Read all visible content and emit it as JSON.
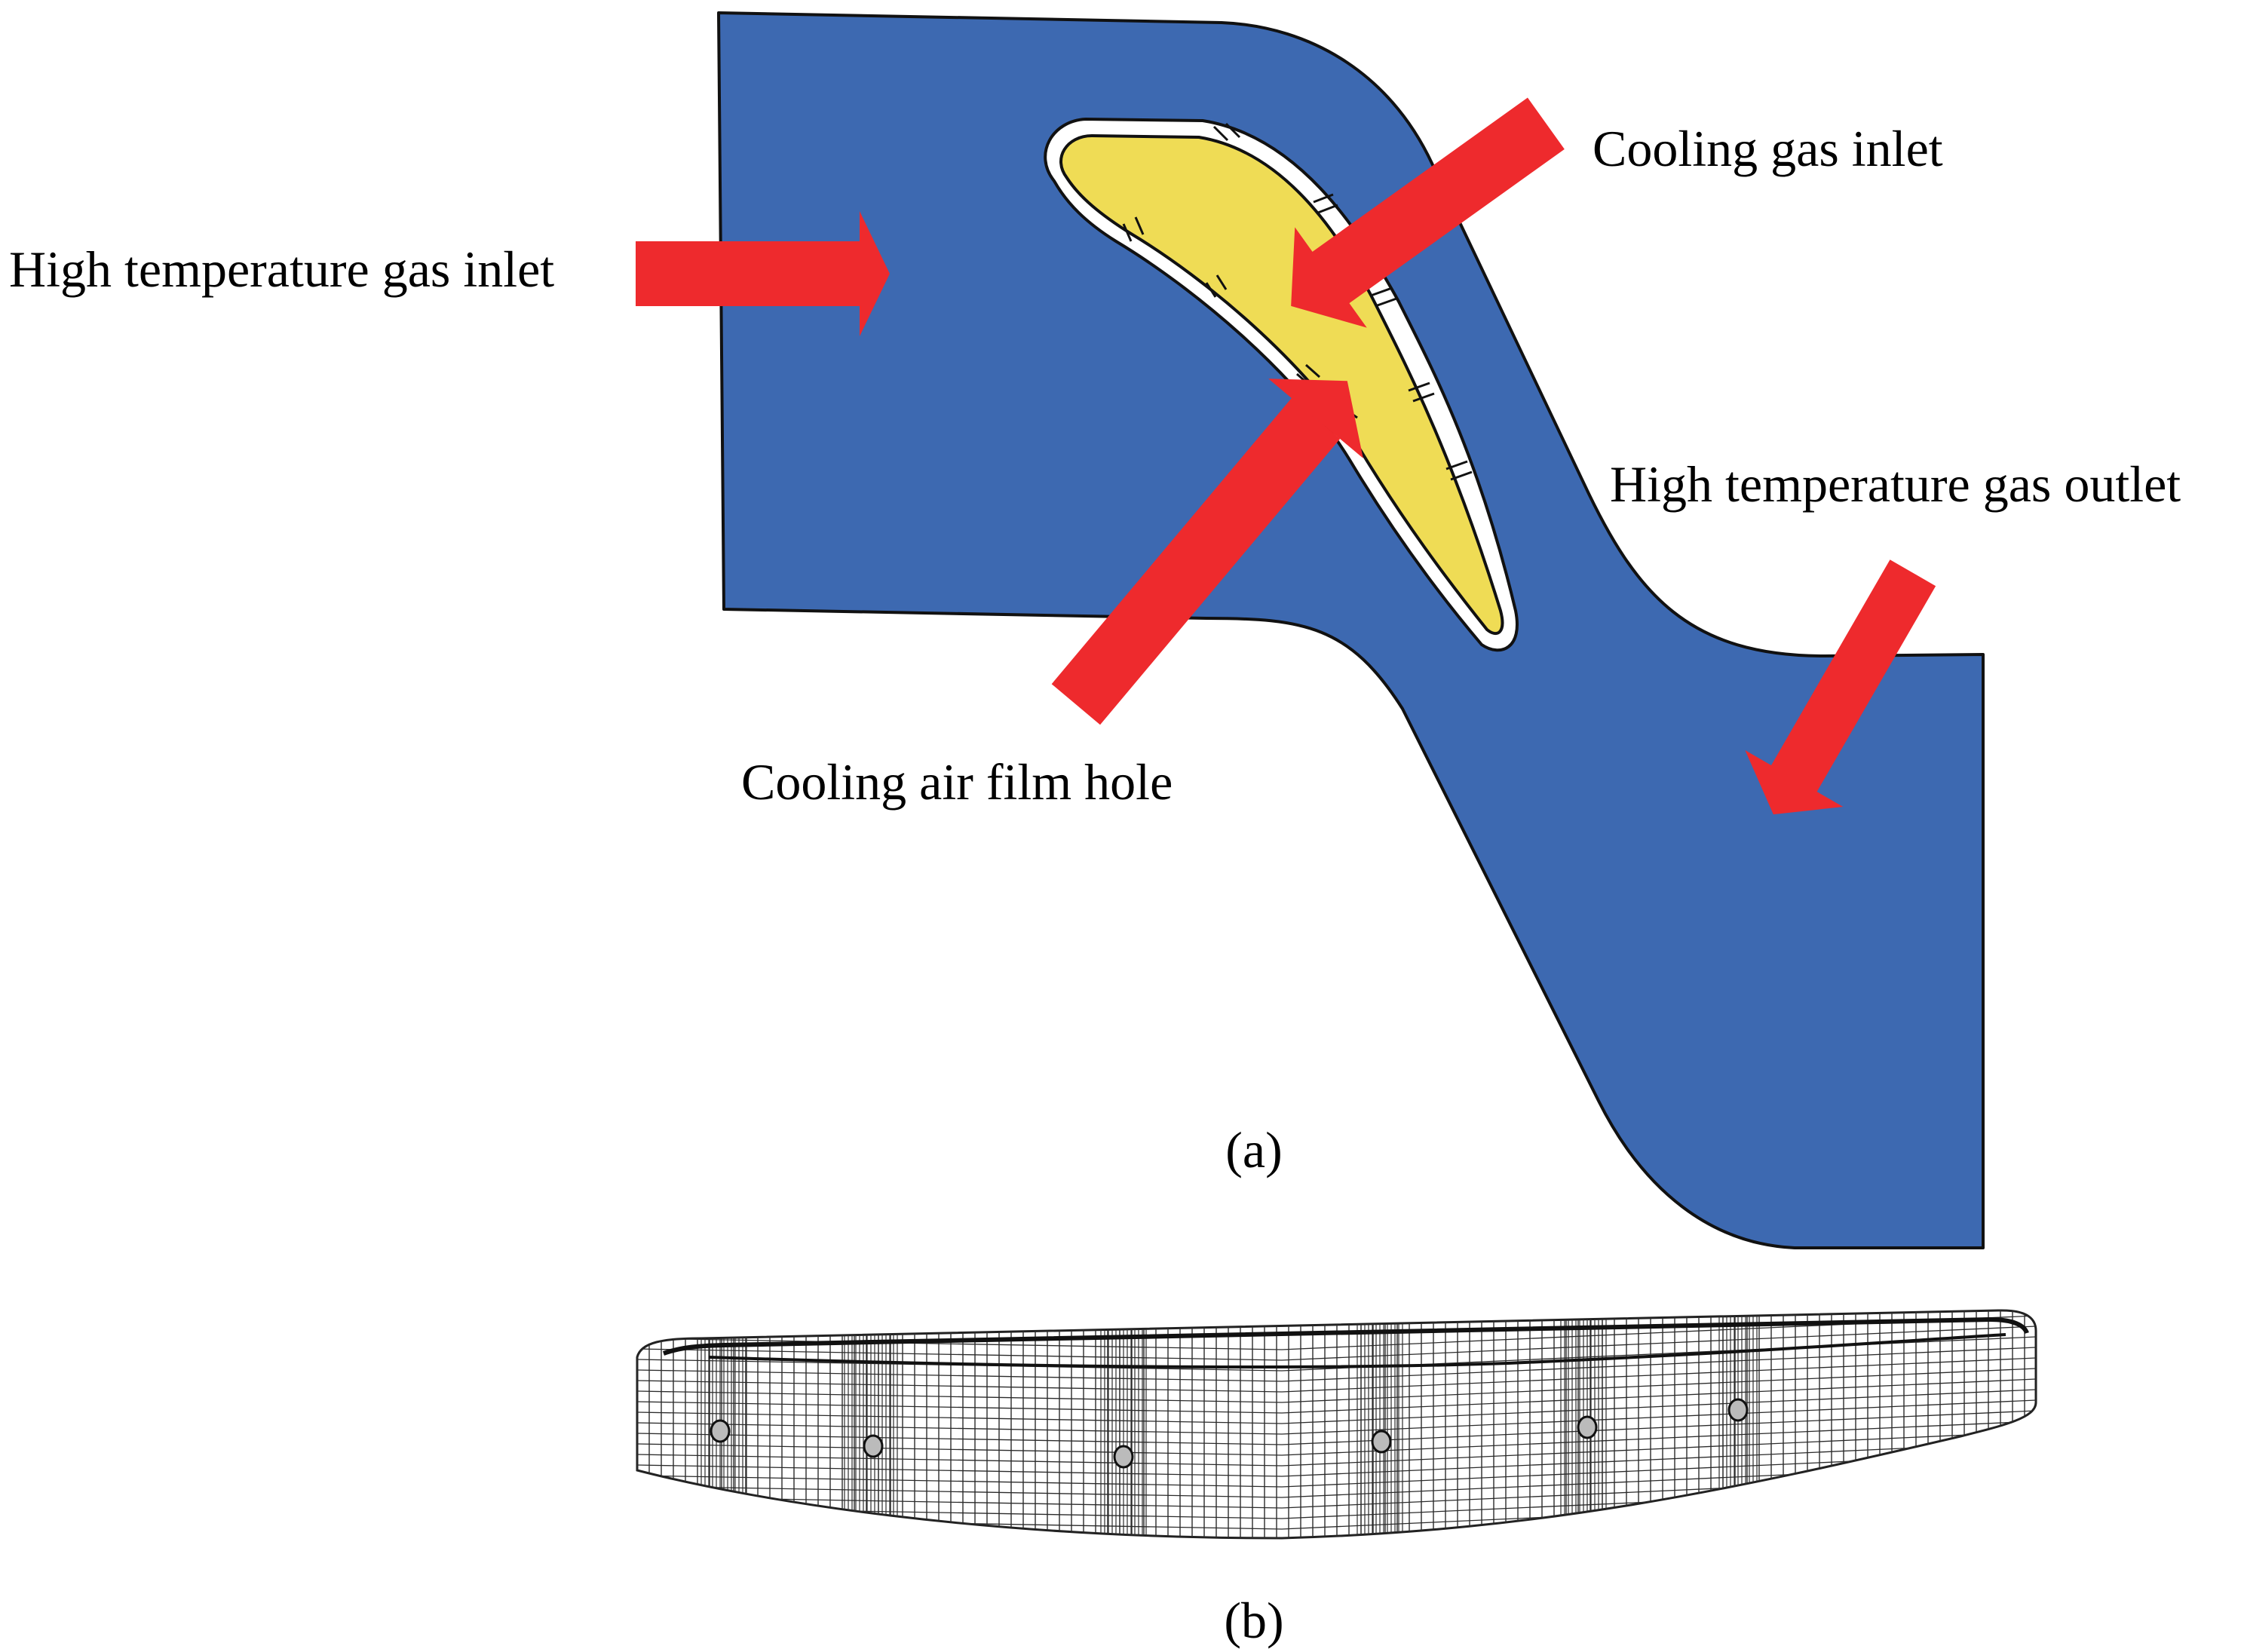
{
  "panel_a": {
    "caption": "(a)",
    "labels": {
      "hot_gas_inlet": "High temperature gas inlet",
      "cooling_gas_inlet": "Cooling gas inlet",
      "hot_gas_outlet": "High temperature gas outlet",
      "film_hole": "Cooling air film hole"
    }
  },
  "panel_b": {
    "caption": "(b)"
  },
  "colors": {
    "hot_gas_domain": "#3d69b1",
    "blade_core": "#efdc55",
    "arrow": "#ee2a2d",
    "mesh_line": "#2b2b2b"
  }
}
